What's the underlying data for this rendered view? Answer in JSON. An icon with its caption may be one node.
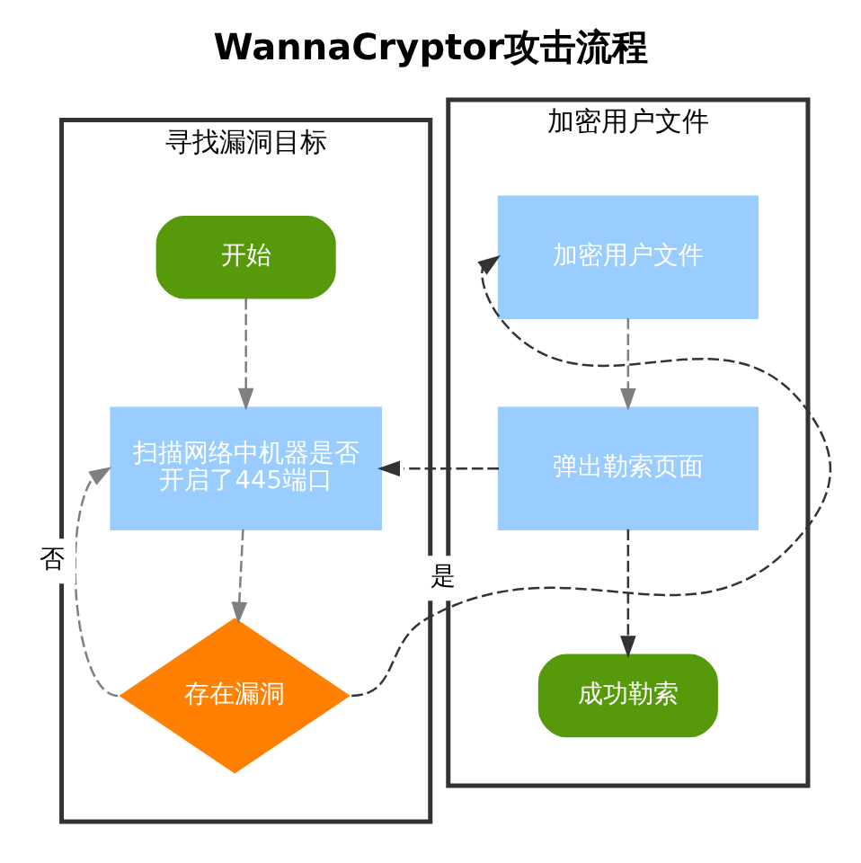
{
  "diagram": {
    "title": "WannaCryptor攻击流程",
    "nodes": [
      {
        "text": [
          "寻找漏洞目标"
        ]
      },
      {
        "text": [
          "开始"
        ],
        "in": 0
      },
      {
        "text": [
          "扫描网络中机器是否开启了445端口"
        ],
        "in": 0
      },
      {
        "text": [
          "存在漏洞"
        ],
        "in": 0
      },
      {
        "text": [
          "加密用户文件"
        ]
      },
      {
        "text": [
          "加密用户文件"
        ],
        "in": 4
      },
      {
        "text": [
          "弹出勒索页面"
        ],
        "in": 4
      },
      {
        "text": [
          "成功勒索"
        ],
        "in": 4
      }
    ],
    "edges": [
      {
        "from": 1,
        "to": 2,
        "arrow": "to",
        "style": "dashed"
      },
      {
        "from": 2,
        "to": 3,
        "arrow": "to",
        "style": "dashed"
      },
      {
        "from": 3,
        "to": 2,
        "arrow": "to",
        "style": "dashed",
        "label": "否"
      },
      {
        "from": 3,
        "to": 5,
        "arrow": "to",
        "style": "dashed",
        "label": "是",
        "color": "#333333"
      },
      {
        "from": 5,
        "to": 6,
        "arrow": "to",
        "style": "dashed"
      },
      {
        "from": 6,
        "to": 2,
        "arrow": "to",
        "style": "dashed",
        "color": "#333333"
      },
      {
        "from": 6,
        "to": 7,
        "arrow": "to",
        "style": "dashed",
        "color": "#333333"
      }
    ]
  }
}
